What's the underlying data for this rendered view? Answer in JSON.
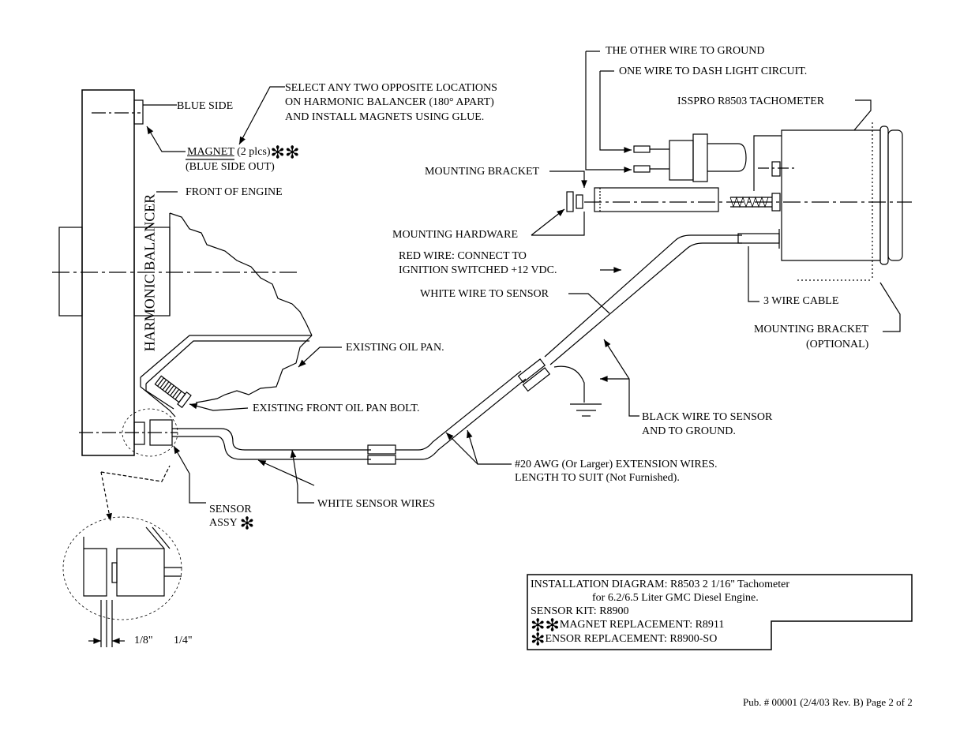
{
  "labels": {
    "other_wire_ground": "THE OTHER WIRE TO GROUND",
    "dash_light": "ONE WIRE TO DASH LIGHT CIRCUIT.",
    "tachometer": "ISSPRO R8503 TACHOMETER",
    "select_line1": "SELECT ANY TWO OPPOSITE LOCATIONS",
    "select_line2": "ON HARMONIC BALANCER (180° APART)",
    "select_line3": "AND INSTALL MAGNETS USING GLUE.",
    "blue_side": "BLUE SIDE",
    "magnet_word": "MAGNET",
    "magnet_rest": " (2 plcs)",
    "blue_side_out": "(BLUE SIDE OUT)",
    "front_engine": "FRONT OF ENGINE",
    "harmonic_balancer": "HARMONIC BALANCER",
    "mounting_bracket": "MOUNTING BRACKET",
    "mounting_hardware": "MOUNTING HARDWARE",
    "red_wire_1": "RED WIRE: CONNECT TO",
    "red_wire_2": "IGNITION SWITCHED +12 VDC.",
    "white_wire_sensor": "WHITE WIRE TO SENSOR",
    "three_wire_cable": "3 WIRE CABLE",
    "mounting_bracket_opt_1": "MOUNTING BRACKET",
    "mounting_bracket_opt_2": "(OPTIONAL)",
    "existing_oil_pan": "EXISTING OIL PAN.",
    "existing_bolt": "EXISTING FRONT OIL PAN BOLT.",
    "black_wire_1": "BLACK WIRE TO SENSOR",
    "black_wire_2": "AND TO GROUND.",
    "ext_wires_1": "#20 AWG (Or Larger) EXTENSION WIRES.",
    "ext_wires_2": "LENGTH TO SUIT (Not Furnished).",
    "sensor_assy_1": "SENSOR",
    "sensor_assy_2": "ASSY",
    "white_sensor_wires": "WHITE SENSOR WIRES",
    "dim_eighth": "1/8\"",
    "dim_quarter": "1/4\""
  },
  "symbols": {
    "single": "✻",
    "double": "✻✻"
  },
  "info_box": {
    "line1": "INSTALLATION DIAGRAM: R8503 2 1/16\" Tachometer",
    "line2": "for 6.2/6.5 Liter GMC Diesel Engine.",
    "line3": "SENSOR KIT: R8900",
    "line4": "MAGNET REPLACEMENT: R8911",
    "line5": "ENSOR REPLACEMENT: R8900-SO"
  },
  "footer": {
    "pub": "Pub. # 00001 (2/4/03 Rev. B)  Page 2 of 2"
  }
}
